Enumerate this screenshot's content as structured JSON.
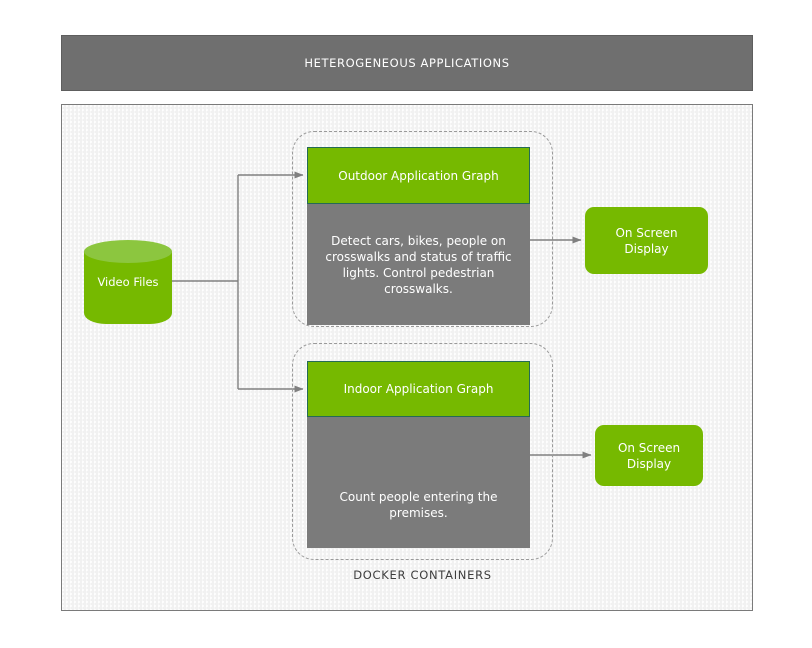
{
  "header": {
    "title": "HETEROGENEOUS APPLICATIONS"
  },
  "colors": {
    "brand_green": "#76b900",
    "cylinder_top_green": "#8cc63f",
    "box_gray": "#7b7b7b",
    "header_gray": "#6f6f6f",
    "panel_background": "#f1f1f1",
    "connector_gray": "#808080",
    "dashed_border_gray": "#9a9a9a",
    "green_box_border": "#256a56"
  },
  "source": {
    "label": "Video Files",
    "shape": "cylinder-database-icon"
  },
  "docker": {
    "caption": "DOCKER CONTAINERS",
    "containers": [
      {
        "id": "outdoor",
        "title": "Outdoor Application Graph",
        "description": "Detect cars, bikes, people on crosswalks and status of traffic lights. Control pedestrian crosswalks.",
        "output": "On Screen\nDisplay",
        "output_line1": "On Screen",
        "output_line2": "Display"
      },
      {
        "id": "indoor",
        "title": "Indoor Application Graph",
        "description": "Count people entering the premises.",
        "output": "On Screen\nDisplay",
        "output_line1": "On Screen",
        "output_line2": "Display"
      }
    ]
  }
}
